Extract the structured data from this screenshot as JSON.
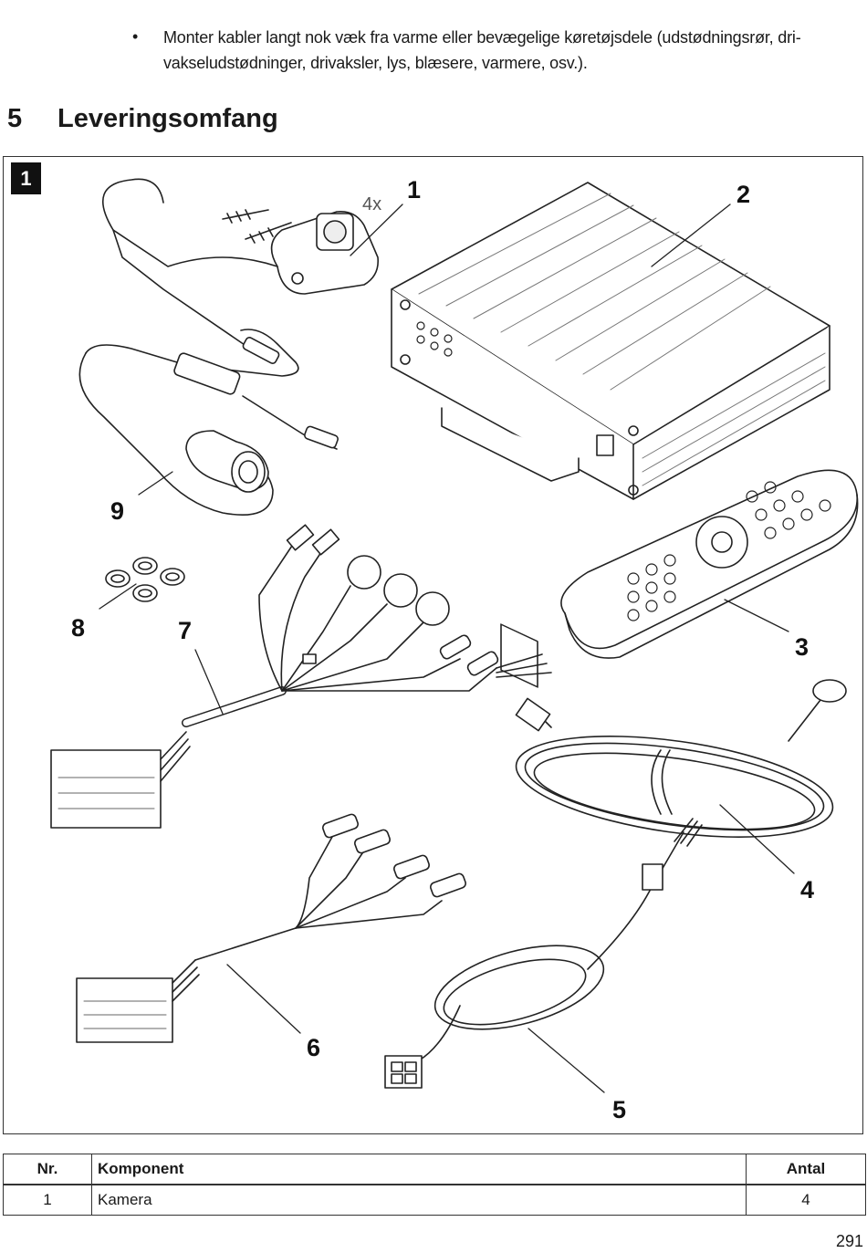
{
  "bullet": {
    "marker": "•",
    "text": "Monter kabler langt nok væk fra varme eller bevægelige køretøjsdele (udstødningsrør, dri-vakseludstødninger, drivaksler, lys, blæsere, varmere, osv.)."
  },
  "section": {
    "number": "5",
    "title": "Leveringsomfang"
  },
  "figure": {
    "badge": "1",
    "quantity_note": "4x",
    "callouts": [
      "1",
      "2",
      "3",
      "4",
      "5",
      "6",
      "7",
      "8",
      "9"
    ]
  },
  "table": {
    "headers": {
      "nr": "Nr.",
      "component": "Komponent",
      "quantity": "Antal"
    },
    "rows": [
      {
        "nr": "1",
        "component": "Kamera",
        "quantity": "4"
      }
    ]
  },
  "page_number": "291"
}
